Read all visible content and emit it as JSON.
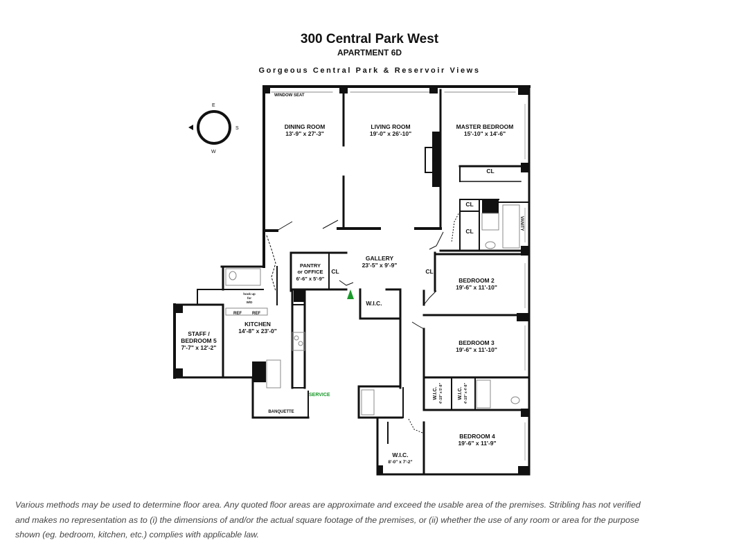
{
  "header": {
    "address": "300 Central Park West",
    "apartment": "APARTMENT 6D",
    "tagline": "Gorgeous Central Park & Reservoir Views"
  },
  "compass": {
    "north": "E",
    "east": "S",
    "south": "W"
  },
  "rooms": {
    "dining": {
      "name": "DINING ROOM",
      "dims": "13'-9\" x 27'-3\""
    },
    "window_seat": "WINDOW SEAT",
    "living": {
      "name": "LIVING ROOM",
      "dims": "19'-0\" x 26'-10\""
    },
    "fireplace": "FP",
    "master": {
      "name": "MASTER BEDROOM",
      "dims": "15'-10\" x 14'-6\""
    },
    "vanity": "VANITY",
    "gallery": {
      "name": "GALLERY",
      "dims": "23'-5\" x 9'-9\""
    },
    "pantry": {
      "name1": "PANTRY",
      "name2": "or OFFICE",
      "dims": "6'-6\" x 5'-9\""
    },
    "bedroom2": {
      "name": "BEDROOM 2",
      "dims": "19'-6\" x 11'-10\""
    },
    "bedroom3": {
      "name": "BEDROOM 3",
      "dims": "19'-6\" x 11'-10\""
    },
    "bedroom4": {
      "name": "BEDROOM 4",
      "dims": "19'-6\" x 11'-9\""
    },
    "kitchen": {
      "name": "KITCHEN",
      "dims": "14'-8\" x 23'-0\""
    },
    "staff": {
      "name1": "STAFF /",
      "name2": "BEDROOM 5",
      "dims": "7'-7\" x 12'-2\""
    },
    "wic_hall": "W.I.C.",
    "wic_lower": {
      "name": "W.I.C.",
      "dims": "8'-0\" x 7'-2\""
    },
    "wic_a": {
      "name": "W.I.C.",
      "dims": "4'-10\" x 5'-8\""
    },
    "wic_b": {
      "name": "W.I.C.",
      "dims": "4'-10\" x 4'-8\""
    },
    "closet": "CL",
    "ref": "REF",
    "hookup": [
      "hook up",
      "for",
      "W/D"
    ],
    "banquette": "BANQUETTE",
    "service": "SERVICE"
  },
  "disclaimer": [
    "Various methods may be used to determine floor area. Any quoted floor areas are approximate and exceed the usable area of the premises. Stribling has not verified",
    "and makes no representation as to (i) the dimensions of and/or the actual square footage of the premises, or (ii) whether the use of any room or area for the purpose",
    "shown (eg. bedroom, kitchen, etc.) complies with applicable law."
  ],
  "colors": {
    "wall": "#111111",
    "entry_arrow": "#1a9a2a",
    "service_label": "#1a9a2a",
    "fixture": "#888888"
  }
}
